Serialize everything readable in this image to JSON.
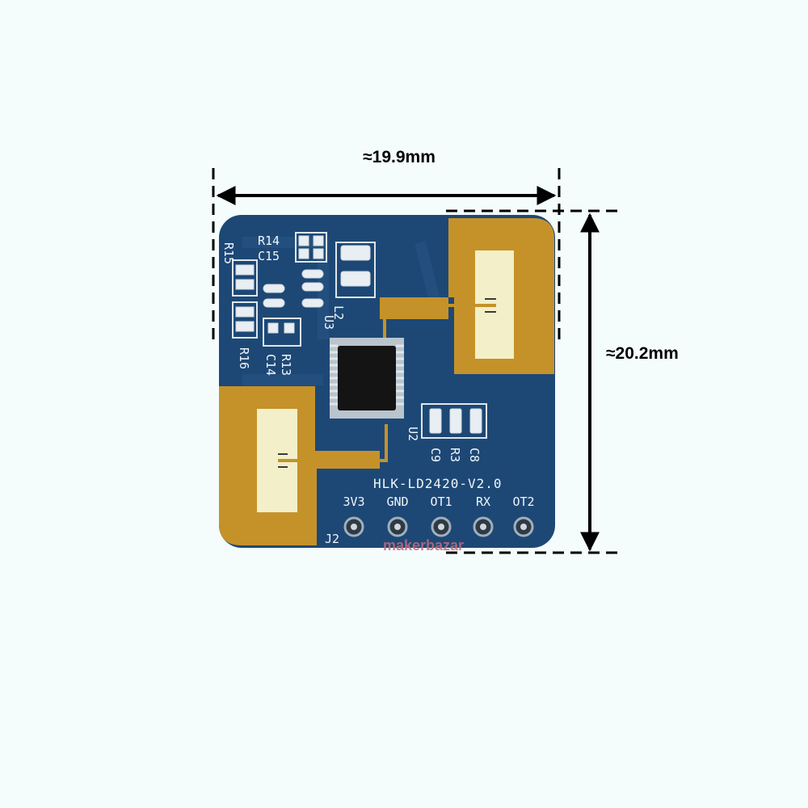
{
  "dimensions": {
    "width_label": "≈19.9mm",
    "height_label": "≈20.2mm"
  },
  "board": {
    "model": "HLK-LD2420-V2.0",
    "connector": "J2",
    "pins": [
      "3V3",
      "GND",
      "OT1",
      "RX",
      "OT2"
    ],
    "silkscreen": {
      "r14": "R14",
      "c15": "C15",
      "r15": "R15",
      "r16": "R16",
      "c14": "C14",
      "r13": "R13",
      "l2": "L2",
      "u3": "U3",
      "u2": "U2",
      "c9": "C9",
      "r3": "R3",
      "c8": "C8"
    },
    "watermark": "makerbazar"
  },
  "colors": {
    "background": "#f4fcfc",
    "pcb": "#1d4876",
    "pcb_trace": "#234f7e",
    "antenna_copper": "#c5922a",
    "antenna_patch": "#f3efc8",
    "dimension_lines": "#000000"
  }
}
